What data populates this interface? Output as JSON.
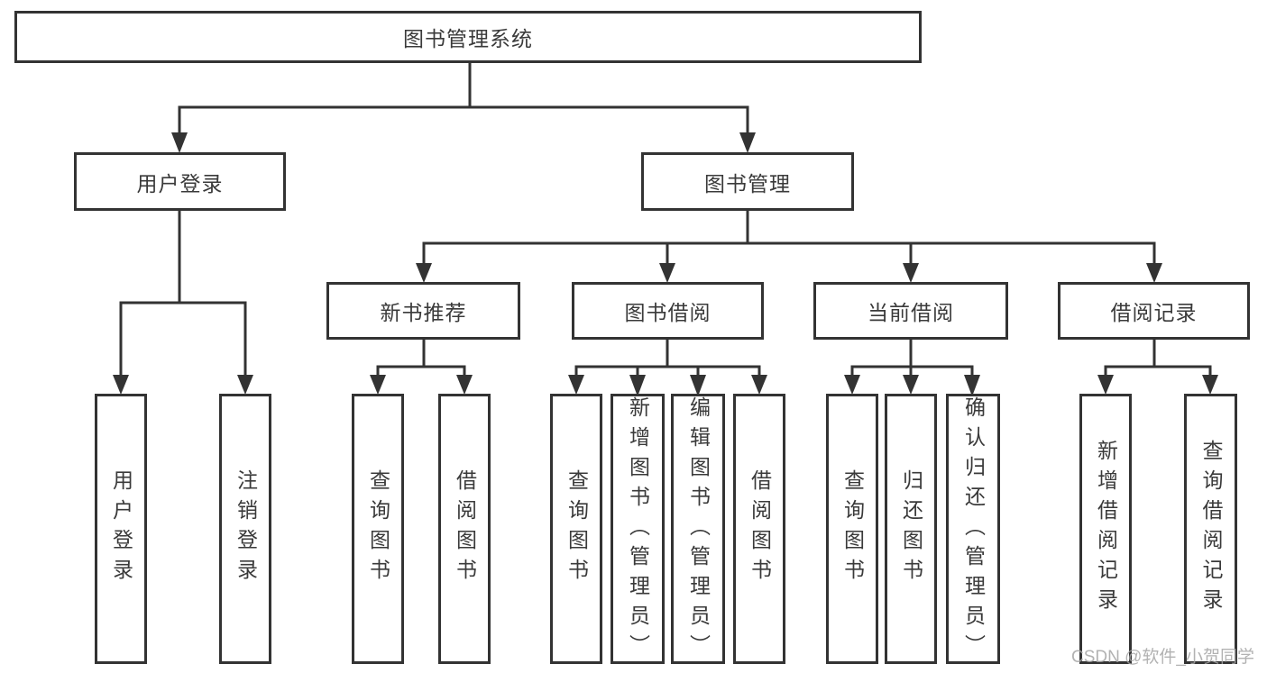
{
  "tree": {
    "label": "图书管理系统",
    "children": [
      {
        "label": "用户登录",
        "children": [
          {
            "label": "用户登录"
          },
          {
            "label": "注销登录"
          }
        ]
      },
      {
        "label": "图书管理",
        "children": [
          {
            "label": "新书推荐",
            "children": [
              {
                "label": "查询图书"
              },
              {
                "label": "借阅图书"
              }
            ]
          },
          {
            "label": "图书借阅",
            "children": [
              {
                "label": "查询图书"
              },
              {
                "label": "新增图书（管理员）"
              },
              {
                "label": "编辑图书（管理员）"
              },
              {
                "label": "借阅图书"
              }
            ]
          },
          {
            "label": "当前借阅",
            "children": [
              {
                "label": "查询图书"
              },
              {
                "label": "归还图书"
              },
              {
                "label": "确认归还（管理员）"
              }
            ]
          },
          {
            "label": "借阅记录",
            "children": [
              {
                "label": "新增借阅记录"
              },
              {
                "label": "查询借阅记录"
              }
            ]
          }
        ]
      }
    ]
  },
  "watermark": {
    "text": "CSDN @软件_小贺同学"
  },
  "colors": {
    "line": "#333333",
    "text": "#3a3a3a",
    "background": "#ffffff",
    "watermark": "#a5a5a5"
  }
}
